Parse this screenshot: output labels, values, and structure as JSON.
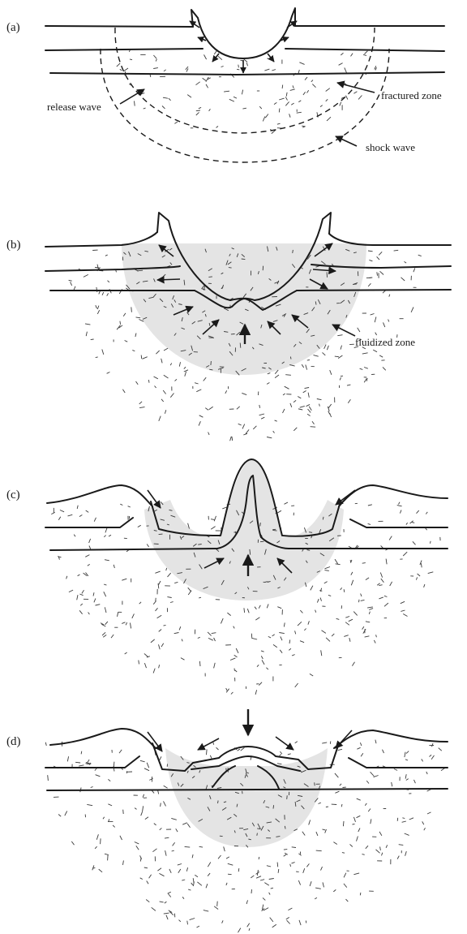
{
  "panels": [
    {
      "id": "a",
      "label": "(a)",
      "annotations": [
        "release wave",
        "fractured zone",
        "shock wave"
      ]
    },
    {
      "id": "b",
      "label": "(b)",
      "annotations": [
        "fluidized zone"
      ]
    },
    {
      "id": "c",
      "label": "(c)",
      "annotations": []
    },
    {
      "id": "d",
      "label": "(d)",
      "annotations": []
    }
  ],
  "colors": {
    "ink": "#1a1a1a",
    "fluidized_fill": "#e4e4e4",
    "background": "#ffffff"
  }
}
